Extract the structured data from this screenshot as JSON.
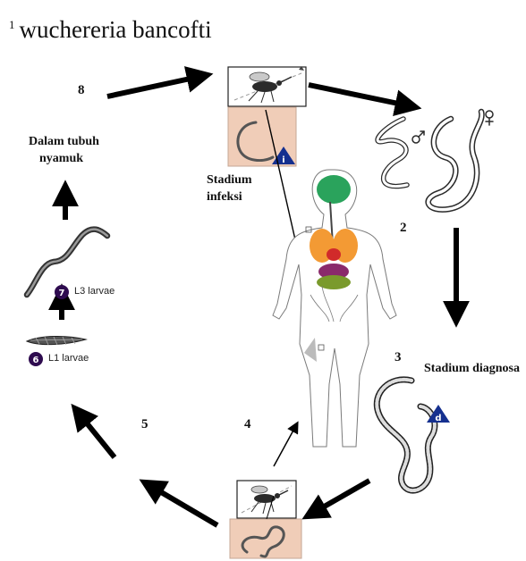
{
  "title": {
    "superscript": "1",
    "text": "wuchereria bancofti"
  },
  "steps": {
    "s2": "2",
    "s3": "3",
    "s4": "4",
    "s5": "5",
    "s8": "8"
  },
  "labels": {
    "stadium_infeksi_1": "Stadium",
    "stadium_infeksi_2": "infeksi",
    "dalam_tubuh_1": "Dalam tubuh",
    "dalam_tubuh_2": "nyamuk",
    "stadium_diagnosa": "Stadium diagnosa"
  },
  "larvae": {
    "l1_badge": "6",
    "l1_text": "L1 larvae",
    "l3_badge": "7",
    "l3_text": "L3 larvae"
  },
  "markers": {
    "i": "i",
    "d": "d"
  },
  "colors": {
    "arrow": "#000000",
    "inset_bg": "#f0cdb8",
    "badge_purple": "#2e0b4f",
    "marker_blue": "#15308f",
    "brain": "#2aa35c",
    "lungs": "#f39a34",
    "heart": "#d12a2a",
    "intestine": "#7a9a2c"
  }
}
